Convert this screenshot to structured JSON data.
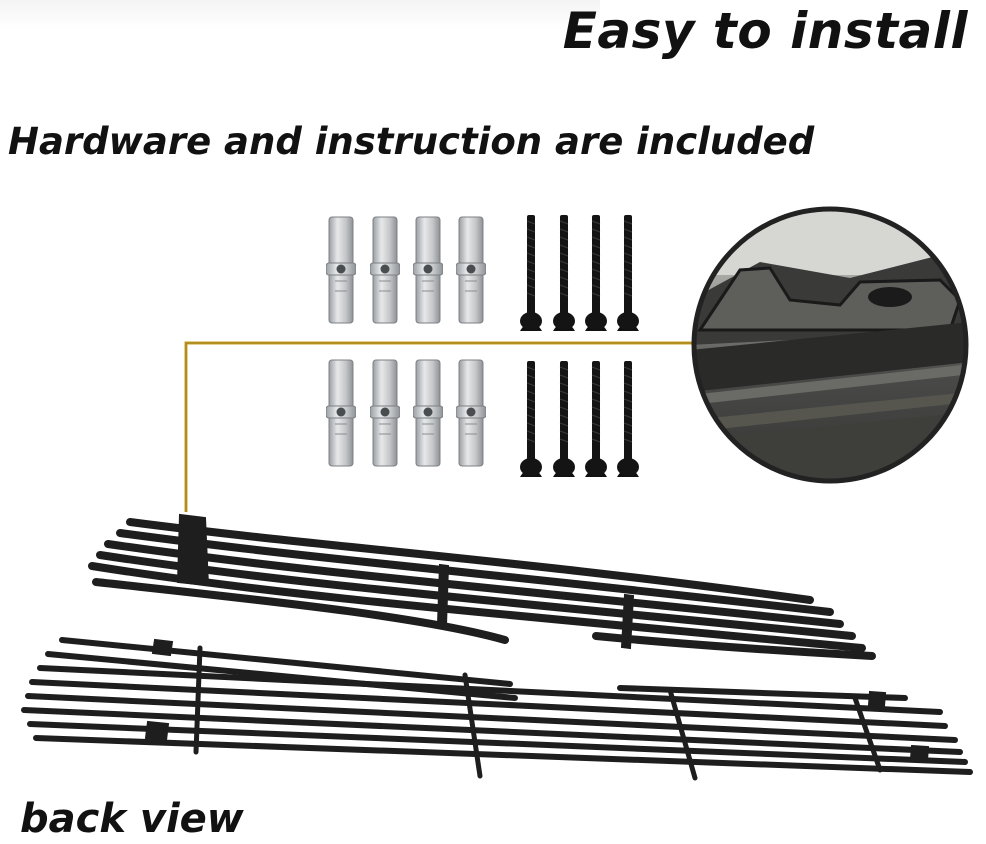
{
  "captions": {
    "title": "Easy to install",
    "subtitle": "Hardware and instruction are included",
    "view": "back view"
  },
  "hardware": {
    "clip_count": 8,
    "bolt_count": 8
  },
  "colors": {
    "text": "#111111",
    "grille": "#1e1e1e",
    "leader_line": "#c9a227",
    "clip_metal": "#c4c6c8",
    "zoom_ring": "#222222"
  }
}
